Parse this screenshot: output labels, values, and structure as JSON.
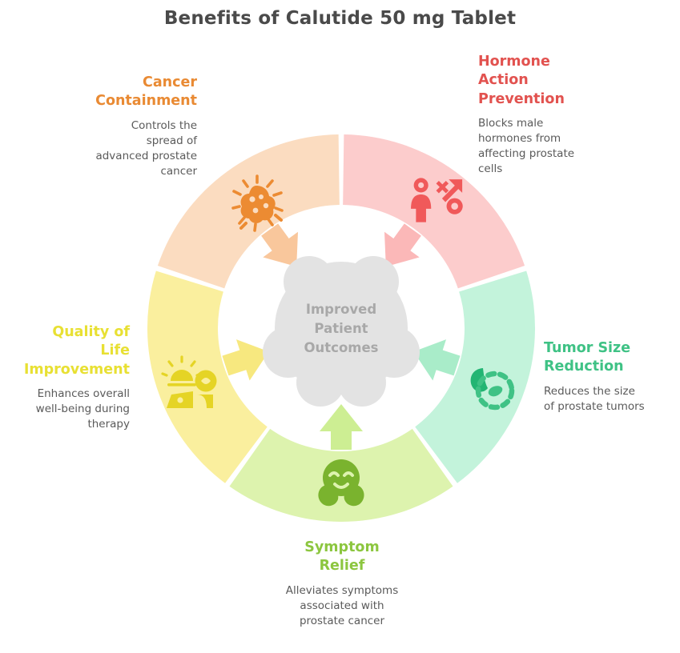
{
  "page": {
    "title": "Benefits of Calutide 50 mg Tablet",
    "background_color": "#ffffff"
  },
  "hub": {
    "name": "improved-patient-outcomes",
    "lines": [
      "Improved",
      "Patient",
      "Outcomes"
    ],
    "text_color": "#a8a8a8",
    "fill_color": "#e3e3e3"
  },
  "chart_data": {
    "type": "pie",
    "title": "Benefits of Calutide 50 mg Tablet",
    "center_label": "Improved Patient Outcomes",
    "legend_position": "around",
    "categories": [
      "Hormone Action Prevention",
      "Tumor Size Reduction",
      "Symptom Relief",
      "Quality of Life Improvement",
      "Cancer Containment"
    ],
    "values": [
      20,
      20,
      20,
      20,
      20
    ],
    "colors": [
      "#fccccc",
      "#c3f3db",
      "#ddf3ae",
      "#faef9e",
      "#fbdcc0"
    ]
  },
  "segments": [
    {
      "id": "hormone-action-prevention",
      "heading": "Hormone Action Prevention",
      "heading_lines": [
        "Hormone",
        "Action",
        "Prevention"
      ],
      "description": "Blocks male hormones from affecting prostate cells",
      "description_lines": [
        "Blocks male",
        "hormones from",
        "affecting prostate",
        "cells"
      ],
      "segment_color": "#fccccc",
      "accent_color": "#e2524f",
      "icon": "person-percent-arrow-icon",
      "arrow_color": "#fbb8b8"
    },
    {
      "id": "tumor-size-reduction",
      "heading": "Tumor Size Reduction",
      "heading_lines": [
        "Tumor Size",
        "Reduction"
      ],
      "description": "Reduces the size of prostate tumors",
      "description_lines": [
        "Reduces the size",
        "of prostate tumors"
      ],
      "segment_color": "#c3f3db",
      "accent_color": "#3fc285",
      "icon": "leaf-dashed-circle-icon",
      "arrow_color": "#a9ecc9"
    },
    {
      "id": "symptom-relief",
      "heading": "Symptom Relief",
      "heading_lines": [
        "Symptom",
        "Relief"
      ],
      "description": "Alleviates symptoms associated with prostate cancer",
      "description_lines": [
        "Alleviates symptoms",
        "associated with",
        "prostate cancer"
      ],
      "segment_color": "#ddf3ae",
      "accent_color": "#8cc63f",
      "icon": "relieved-face-hands-icon",
      "arrow_color": "#cdee93"
    },
    {
      "id": "quality-of-life-improvement",
      "heading": "Quality of Life Improvement",
      "heading_lines": [
        "Quality of",
        "Life",
        "Improvement"
      ],
      "description": "Enhances overall well-being during therapy",
      "description_lines": [
        "Enhances overall",
        "well-being during",
        "therapy"
      ],
      "segment_color": "#faef9e",
      "accent_color": "#e8e033",
      "icon": "sunrise-person-icon",
      "arrow_color": "#f7e87f"
    },
    {
      "id": "cancer-containment",
      "heading": "Cancer Containment",
      "heading_lines": [
        "Cancer",
        "Containment"
      ],
      "description": "Controls the spread of advanced prostate cancer",
      "description_lines": [
        "Controls the",
        "spread of",
        "advanced prostate",
        "cancer"
      ],
      "segment_color": "#fbdcc0",
      "accent_color": "#e98a33",
      "icon": "cancer-cell-burst-icon",
      "arrow_color": "#f9c79c"
    }
  ]
}
